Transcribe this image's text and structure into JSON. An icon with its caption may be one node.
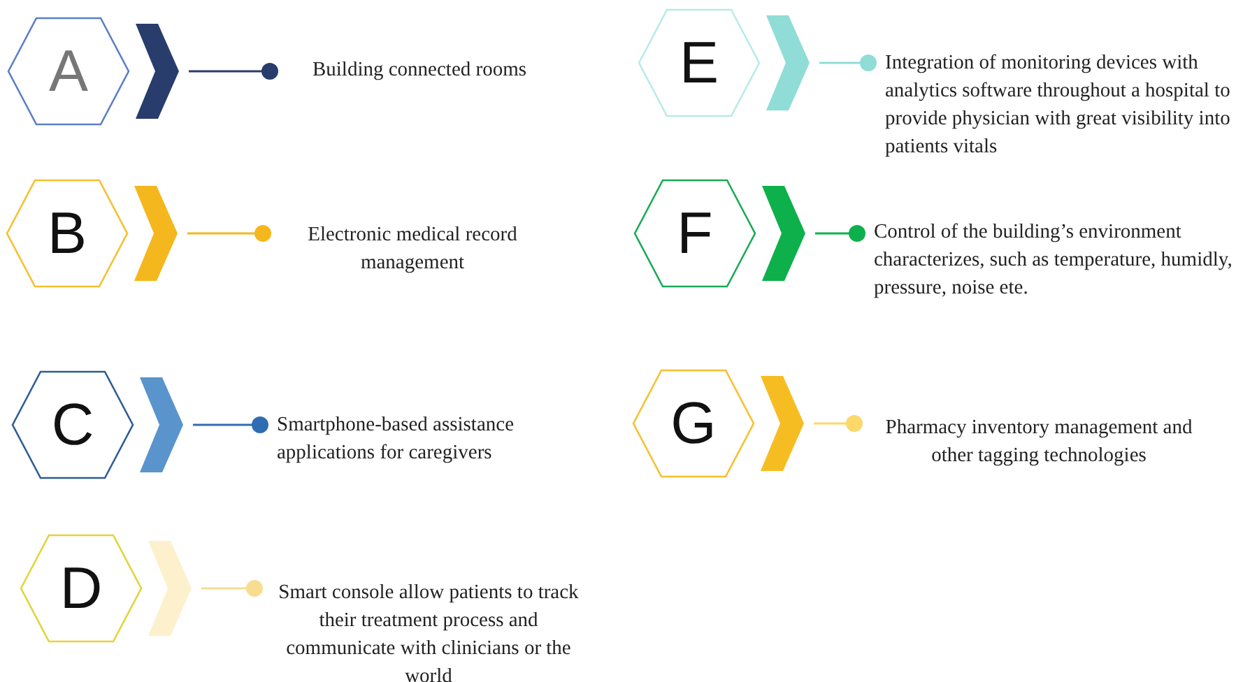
{
  "diagram": {
    "nodes": [
      {
        "text": [
          "A"
        ]
      },
      {
        "text": [
          "Building connected rooms"
        ]
      },
      {
        "text": [
          "B"
        ]
      },
      {
        "text": [
          "Electronic medical record management"
        ]
      },
      {
        "text": [
          "C"
        ]
      },
      {
        "text": [
          "Smartphone-based assistance applications for caregivers"
        ]
      },
      {
        "text": [
          "D"
        ]
      },
      {
        "text": [
          "Smart console allow patients to track their treatment process and communicate with clinicians or the world"
        ]
      },
      {
        "text": [
          "E"
        ]
      },
      {
        "text": [
          "Integration of monitoring devices with analytics software throughout a hospital to provide physician with great visibility into patients vitals"
        ]
      },
      {
        "text": [
          "F"
        ]
      },
      {
        "text": [
          "Control of the building’s environment characterizes, such as temperature, humidly, pressure, noise ete."
        ]
      },
      {
        "text": [
          "G"
        ]
      },
      {
        "text": [
          "Pharmacy inventory management and other tagging technologies"
        ]
      }
    ],
    "edges": [
      {
        "from": 0,
        "to": 1,
        "arrow": "other",
        "color": "#283d6b"
      },
      {
        "from": 2,
        "to": 3,
        "arrow": "other",
        "color": "#f4b71e"
      },
      {
        "from": 4,
        "to": 5,
        "arrow": "other",
        "color": "#2f6db3"
      },
      {
        "from": 6,
        "to": 7,
        "arrow": "other",
        "color": "#f8dc90"
      },
      {
        "from": 8,
        "to": 9,
        "arrow": "other",
        "color": "#8fddd6"
      },
      {
        "from": 10,
        "to": 11,
        "arrow": "other",
        "color": "#0db04b"
      },
      {
        "from": 12,
        "to": 13,
        "arrow": "other",
        "color": "#fbd869"
      }
    ]
  }
}
